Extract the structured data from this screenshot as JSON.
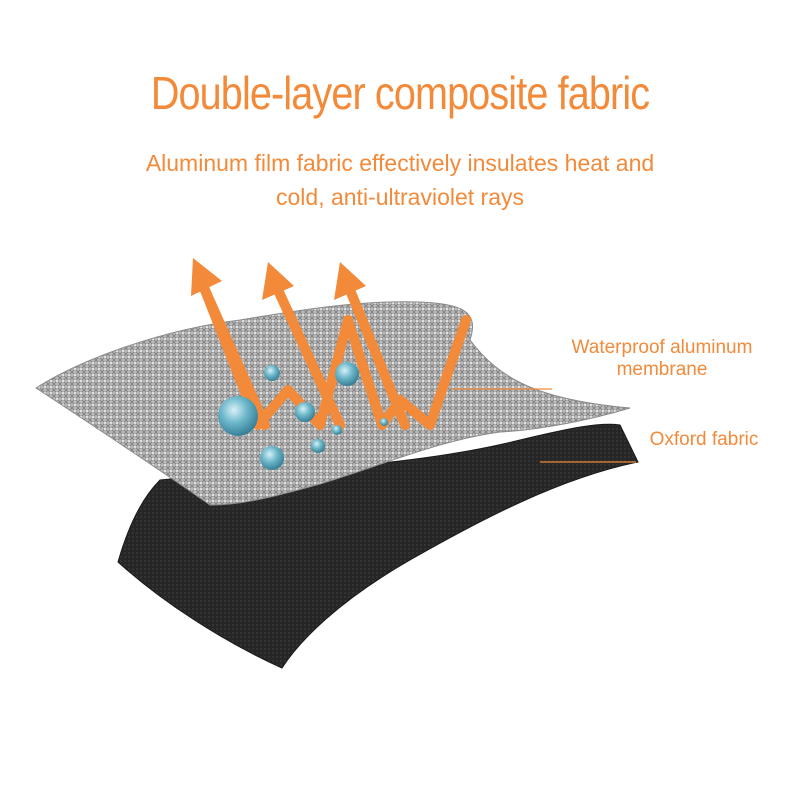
{
  "colors": {
    "accent": "#f28a3a",
    "membrane": "#9c9c9c",
    "oxford": "#2b2b2b",
    "droplet": "#4a9fb5"
  },
  "header": {
    "title": "Double-layer composite fabric",
    "subtitle_line1": "Aluminum film fabric effectively insulates heat and",
    "subtitle_line2": "cold, anti-ultraviolet rays"
  },
  "labels": {
    "membrane_line1": "Waterproof aluminum",
    "membrane_line2": "membrane",
    "oxford": "Oxford fabric"
  },
  "icons": {
    "arrows": "reflection-arrow-icon",
    "droplets": "water-droplet-icon"
  }
}
